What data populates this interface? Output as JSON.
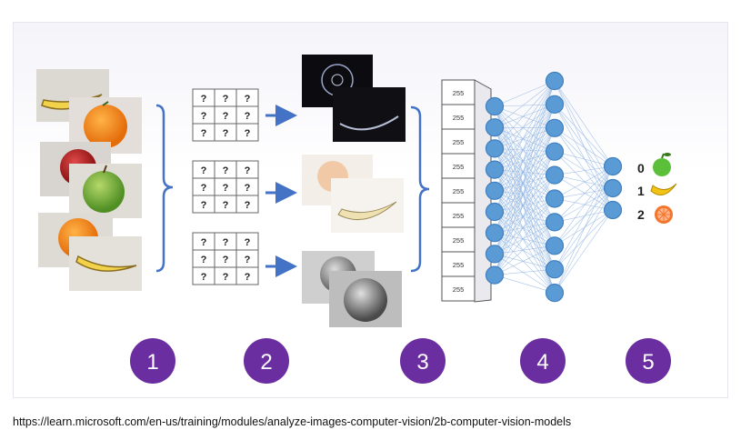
{
  "caption": {
    "url": "https://learn.microsoft.com/en-us/training/modules/analyze-images-computer-vision/2b-computer-vision-models"
  },
  "diagram": {
    "filter_symbol": "?",
    "pixel_value": "255",
    "input_cells": [
      "255",
      "255",
      "255",
      "255",
      "255",
      "255",
      "255",
      "255",
      "255"
    ],
    "step_labels": [
      "1",
      "2",
      "3",
      "4",
      "5"
    ],
    "outputs": [
      {
        "label": "0",
        "icon": "apple-icon",
        "color": "#5cbf3a"
      },
      {
        "label": "1",
        "icon": "banana-icon",
        "color": "#f2c314"
      },
      {
        "label": "2",
        "icon": "orange-slice-icon",
        "color": "#f2762e"
      }
    ],
    "layers": [
      9,
      10,
      3
    ],
    "colors": {
      "step_circle": "#6b2ea0",
      "neuron_fill": "#5b9bd5",
      "neuron_stroke": "#3f7fbf",
      "bracket": "#4472c4",
      "arrow": "#4472c4",
      "connection": "#8fb4e3"
    }
  }
}
